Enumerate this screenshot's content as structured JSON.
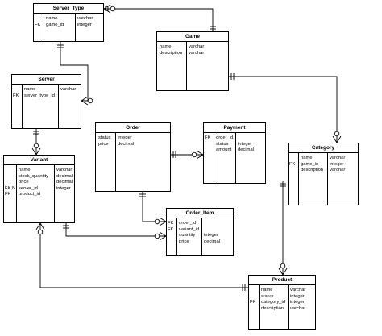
{
  "entities": {
    "server_type": {
      "title": "Server_Type",
      "rows": [
        {
          "key": "",
          "name": "name",
          "type": "varchar"
        },
        {
          "key": "FK",
          "name": "game_id",
          "type": "integer"
        }
      ]
    },
    "game": {
      "title": "Game",
      "rows": [
        {
          "key": "",
          "name": "name",
          "type": "varchar"
        },
        {
          "key": "",
          "name": "description",
          "type": "varchar"
        }
      ]
    },
    "server": {
      "title": "Server",
      "rows": [
        {
          "key": "",
          "name": "name",
          "type": "varchar"
        },
        {
          "key": "FK",
          "name": "server_type_id",
          "type": ""
        }
      ]
    },
    "order": {
      "title": "Order",
      "rows": [
        {
          "key": "",
          "name": "status",
          "type": "integer"
        },
        {
          "key": "",
          "name": "price",
          "type": "decimal"
        }
      ]
    },
    "payment": {
      "title": "Payment",
      "rows": [
        {
          "key": "FK",
          "name": "order_id",
          "type": ""
        },
        {
          "key": "",
          "name": "status",
          "type": "integer"
        },
        {
          "key": "",
          "name": "amount",
          "type": "decimal"
        }
      ]
    },
    "category": {
      "title": "Category",
      "rows": [
        {
          "key": "",
          "name": "name",
          "type": "varchar"
        },
        {
          "key": "FK",
          "name": "game_id",
          "type": "integer"
        },
        {
          "key": "",
          "name": "description",
          "type": "varchar"
        }
      ]
    },
    "variant": {
      "title": "Variant",
      "rows": [
        {
          "key": "",
          "name": "name",
          "type": "varchar"
        },
        {
          "key": "",
          "name": "stock_quantity",
          "type": "decimal"
        },
        {
          "key": "",
          "name": "price",
          "type": "decimal"
        },
        {
          "key": "FK,N",
          "name": "server_id",
          "type": "integer"
        },
        {
          "key": "FK",
          "name": "product_id",
          "type": ""
        }
      ]
    },
    "order_item": {
      "title": "Order_Item",
      "rows": [
        {
          "key": "FK",
          "name": "order_id",
          "type": ""
        },
        {
          "key": "FK",
          "name": "variant_id",
          "type": ""
        },
        {
          "key": "",
          "name": "quantity",
          "type": "integer"
        },
        {
          "key": "",
          "name": "price",
          "type": "decimal"
        }
      ]
    },
    "product": {
      "title": "Product",
      "rows": [
        {
          "key": "",
          "name": "name",
          "type": "varchar"
        },
        {
          "key": "",
          "name": "status",
          "type": "integer"
        },
        {
          "key": "FK",
          "name": "category_id",
          "type": "integer"
        },
        {
          "key": "",
          "name": "description",
          "type": "varchar"
        }
      ]
    }
  },
  "colors": {
    "line": "#000000",
    "background": "#ffffff"
  }
}
